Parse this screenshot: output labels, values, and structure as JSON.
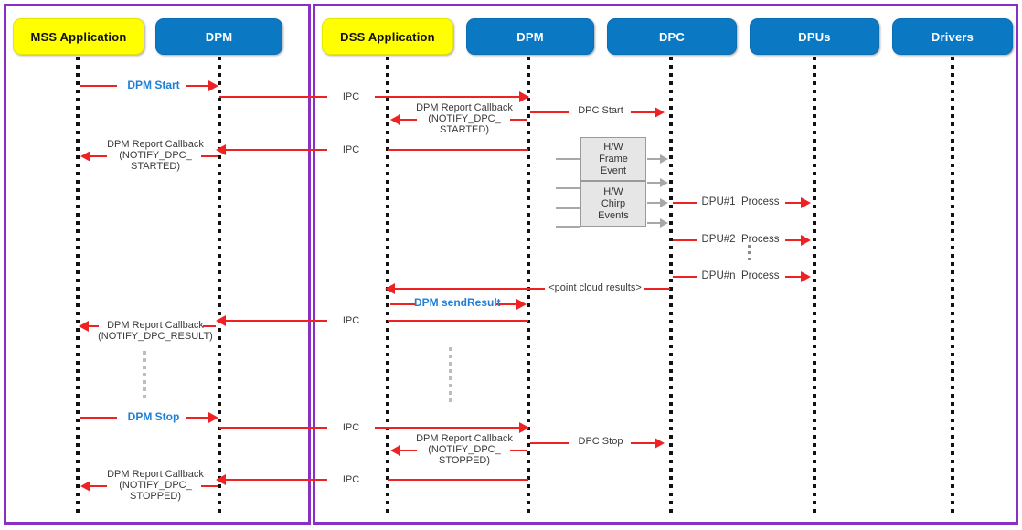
{
  "diagram": {
    "title": "DPM sequence diagram - MSS/DSS",
    "colors": {
      "panel_border": "#8a2fc4",
      "app_box": "#ffff00",
      "module_box": "#0b78c4",
      "message": "#ee2222",
      "blue_label": "#1f7fd4",
      "hw_box": "#e6e6e6"
    }
  },
  "panels": [
    {
      "name": "mss-panel"
    },
    {
      "name": "dss-panel"
    }
  ],
  "participants": [
    {
      "id": "mss-application",
      "label": "MSS Application",
      "kind": "app",
      "panel": "mss"
    },
    {
      "id": "mss-dpm",
      "label": "DPM",
      "kind": "module",
      "panel": "mss"
    },
    {
      "id": "dss-application",
      "label": "DSS Application",
      "kind": "app",
      "panel": "dss"
    },
    {
      "id": "dss-dpm",
      "label": "DPM",
      "kind": "module",
      "panel": "dss"
    },
    {
      "id": "dpc",
      "label": "DPC",
      "kind": "module",
      "panel": "dss"
    },
    {
      "id": "dpus",
      "label": "DPUs",
      "kind": "module",
      "panel": "dss"
    },
    {
      "id": "drivers",
      "label": "Drivers",
      "kind": "module",
      "panel": "dss"
    }
  ],
  "messages": [
    {
      "id": "dpm-start",
      "label": "DPM Start",
      "style": "blue",
      "from": "mss-application",
      "to": "mss-dpm"
    },
    {
      "id": "ipc-1",
      "label": "IPC",
      "style": "plain",
      "from": "mss-dpm",
      "to": "dss-application"
    },
    {
      "id": "dpc-start",
      "label": "DPC Start",
      "style": "plain",
      "from": "dss-dpm",
      "to": "dpc"
    },
    {
      "id": "dpm-report-started-dss",
      "label": "DPM Report Callback\n(NOTIFY_DPC_\nSTARTED)",
      "style": "plain",
      "from": "dss-dpm",
      "to": "dss-application"
    },
    {
      "id": "ipc-2",
      "label": "IPC",
      "style": "plain",
      "from": "dss-application",
      "to": "mss-dpm"
    },
    {
      "id": "dpm-report-started-mss",
      "label": "DPM Report Callback\n(NOTIFY_DPC_\nSTARTED)",
      "style": "plain",
      "from": "mss-dpm",
      "to": "mss-application"
    },
    {
      "id": "dpu1-process",
      "label": "DPU#1  Process",
      "style": "plain",
      "from": "dpc",
      "to": "dpus"
    },
    {
      "id": "dpu2-process",
      "label": "DPU#2  Process",
      "style": "plain",
      "from": "dpc",
      "to": "dpus"
    },
    {
      "id": "dpun-process",
      "label": "DPU#n  Process",
      "style": "plain",
      "from": "dpc",
      "to": "dpus"
    },
    {
      "id": "point-cloud-results",
      "label": "<point cloud results>",
      "style": "plain",
      "from": "dpc",
      "to": "dss-application"
    },
    {
      "id": "dpm-sendresult",
      "label": "DPM sendResult",
      "style": "blue",
      "from": "dss-application",
      "to": "dss-dpm"
    },
    {
      "id": "ipc-3",
      "label": "IPC",
      "style": "plain",
      "from": "dss-dpm",
      "to": "mss-dpm"
    },
    {
      "id": "dpm-report-result",
      "label": "DPM Report Callback\n(NOTIFY_DPC_RESULT)",
      "style": "plain",
      "from": "mss-dpm",
      "to": "mss-application"
    },
    {
      "id": "dpm-stop",
      "label": "DPM Stop",
      "style": "blue",
      "from": "mss-application",
      "to": "mss-dpm"
    },
    {
      "id": "ipc-4",
      "label": "IPC",
      "style": "plain",
      "from": "mss-dpm",
      "to": "dss-application"
    },
    {
      "id": "dpc-stop",
      "label": "DPC Stop",
      "style": "plain",
      "from": "dss-dpm",
      "to": "dpc"
    },
    {
      "id": "dpm-report-stopped-dss",
      "label": "DPM Report Callback\n(NOTIFY_DPC_\nSTOPPED)",
      "style": "plain",
      "from": "dss-dpm",
      "to": "dss-application"
    },
    {
      "id": "ipc-5",
      "label": "IPC",
      "style": "plain",
      "from": "dss-application",
      "to": "mss-dpm"
    },
    {
      "id": "dpm-report-stopped-mss",
      "label": "DPM Report Callback\n(NOTIFY_DPC_\nSTOPPED)",
      "style": "plain",
      "from": "mss-dpm",
      "to": "mss-application"
    }
  ],
  "hw_events": [
    {
      "id": "hw-frame-event",
      "label": "H/W\nFrame\nEvent"
    },
    {
      "id": "hw-chirp-events",
      "label": "H/W\nChirp\nEvents"
    }
  ],
  "labels": {
    "ipc_1": "IPC",
    "ipc_2": "IPC",
    "ipc_3": "IPC",
    "ipc_4": "IPC",
    "ipc_5": "IPC",
    "dpm_start": "DPM Start",
    "dpm_stop": "DPM Stop",
    "dpc_start": "DPC Start",
    "dpc_stop": "DPC Stop",
    "dpm_sendresult": "DPM sendResult",
    "point_cloud": "<point cloud results>",
    "dpu1": "DPU#1  Process",
    "dpu2": "DPU#2  Process",
    "dpun": "DPU#n  Process",
    "cb_started_1": "DPM Report Callback",
    "cb_started_2": "(NOTIFY_DPC_",
    "cb_started_3": "STARTED)",
    "cb_result_1": "DPM Report Callback",
    "cb_result_2": "(NOTIFY_DPC_RESULT)",
    "cb_stopped_1": "DPM Report Callback",
    "cb_stopped_2": "(NOTIFY_DPC_",
    "cb_stopped_3": "STOPPED)",
    "hw_frame": "H/W\nFrame\nEvent",
    "hw_chirp": "H/W\nChirp\nEvents",
    "mss_application": "MSS Application",
    "mss_dpm": "DPM",
    "dss_application": "DSS Application",
    "dss_dpm": "DPM",
    "dpc": "DPC",
    "dpus": "DPUs",
    "drivers": "Drivers"
  }
}
